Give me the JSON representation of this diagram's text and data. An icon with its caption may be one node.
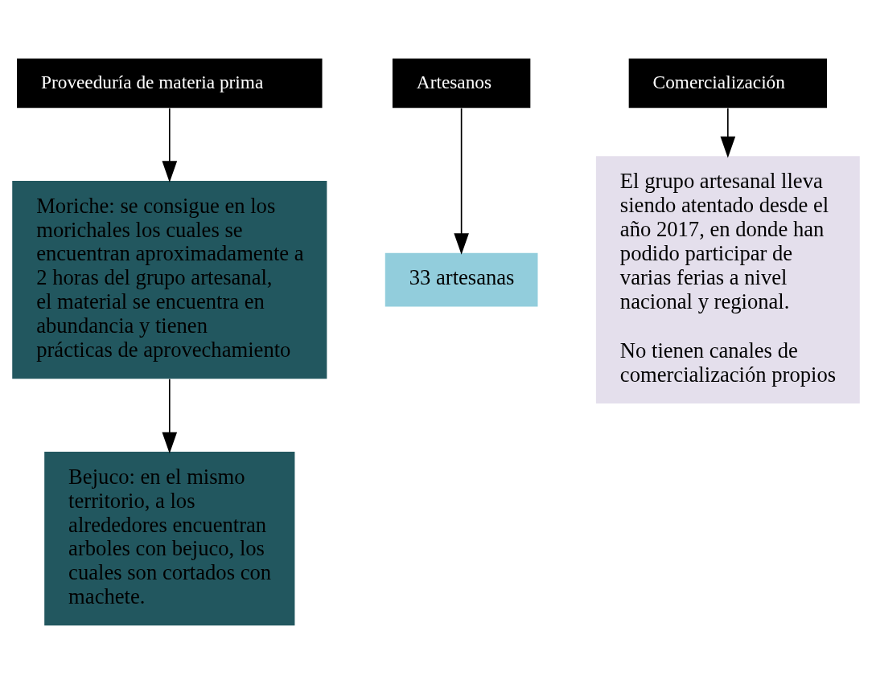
{
  "diagram": {
    "nodes": [
      {
        "text": [
          "Proveeduría de materia prima"
        ]
      },
      {
        "text": [
          "Artesanos"
        ]
      },
      {
        "text": [
          "Comercialización"
        ]
      },
      {
        "text": [
          "Moriche: se consigue en los morichales los cuales se encuentran aproximadamente a 2 horas del grupo artesanal, el material se encuentra en abundancia y tienen prácticas de aprovechamiento"
        ]
      },
      {
        "text": [
          "33 artesanas"
        ]
      },
      {
        "text": [
          "El grupo artesanal lleva siendo atentado desde el año 2017, en donde han podido participar de varias ferias a nivel nacional y regional.",
          "No tienen canales de comercialización propios"
        ]
      },
      {
        "text": [
          "Bejuco: en el mismo territorio, a los alrededores encuentran arboles con bejuco, los cuales son cortados con machete."
        ]
      }
    ],
    "edges": [
      {
        "from": 0,
        "to": 3,
        "arrow": "to"
      },
      {
        "from": 1,
        "to": 4,
        "arrow": "to"
      },
      {
        "from": 2,
        "to": 5,
        "arrow": "to"
      },
      {
        "from": 3,
        "to": 6,
        "arrow": "to"
      }
    ]
  }
}
